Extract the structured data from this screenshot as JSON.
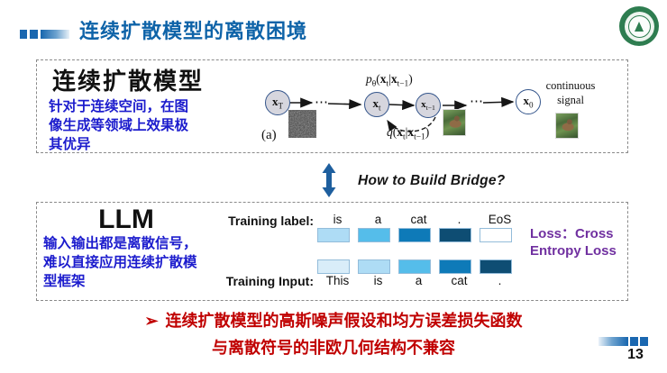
{
  "header": {
    "title": "连续扩散模型的离散困境"
  },
  "diffusion_box": {
    "heading": "连续扩散模型",
    "description_lines": [
      "针对于连续空间，在图",
      "像生成等领域上效果极",
      "其优异"
    ],
    "diagram": {
      "nodes": [
        "x_T",
        "x_t",
        "x_{t−1}",
        "x_0"
      ],
      "p_label": "p_θ(x_t|x_{t−1})",
      "q_label": "q(x_t|x_{t−1})",
      "panel_label": "(a)",
      "dots": "⋯",
      "signal_caption": [
        "continuous",
        "signal"
      ]
    }
  },
  "bridge": {
    "question": "How to Build Bridge?"
  },
  "llm_box": {
    "heading": "LLM",
    "description_lines": [
      "输入输出都是离散信号，",
      "难以直接应用连续扩散模",
      "型框架"
    ],
    "training_label": {
      "caption": "Training label:",
      "tokens": [
        "is",
        "a",
        "cat",
        ".",
        "EoS"
      ]
    },
    "training_input": {
      "caption": "Training Input:",
      "tokens": [
        "This",
        "is",
        "a",
        "cat",
        "."
      ]
    },
    "loss_lines": [
      "Loss：Cross",
      "Entropy Loss"
    ],
    "token_colors": {
      "label": [
        "#aedcf5",
        "#55bdea",
        "#0e7ab8",
        "#0e4d73",
        "#ffffff"
      ],
      "input": [
        "#d9edf9",
        "#aedcf5",
        "#55bdea",
        "#0e7ab8",
        "#0e4d73"
      ]
    }
  },
  "conclusion": {
    "bullet": "➢",
    "line1": "连续扩散模型的高斯噪声假设和均方误差损失函数",
    "line2": "与离散符号的非欧几何结构不兼容"
  },
  "footer": {
    "page_number": "13"
  },
  "colors": {
    "title_blue": "#0e63a8",
    "accent_blue": "#1a67b0",
    "body_blue": "#1c1ccd",
    "conclusion_red": "#c00000",
    "loss_purple": "#7030a0",
    "arrow_blue": "#1e5f9e"
  }
}
